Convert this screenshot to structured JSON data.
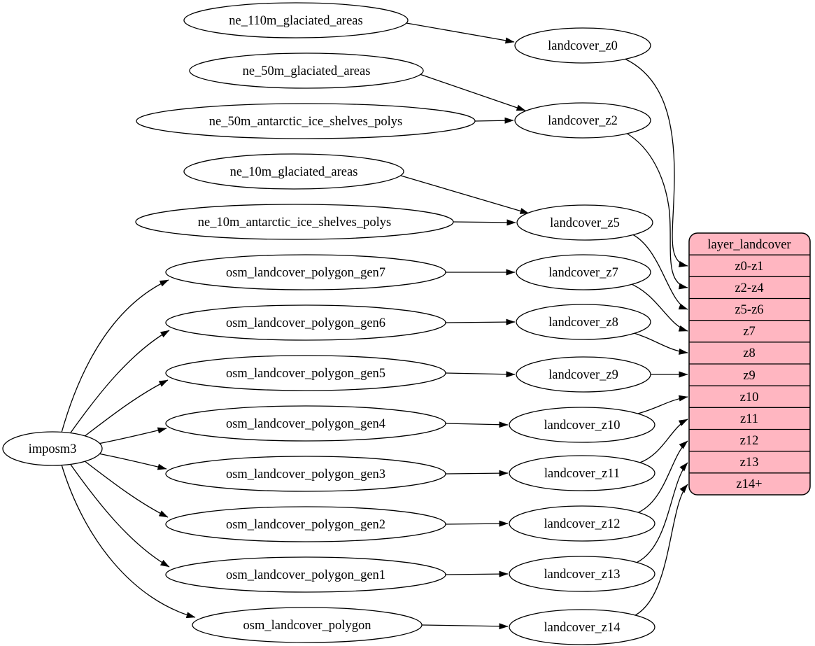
{
  "diagram": {
    "nodes": {
      "imposm3": "imposm3",
      "ne_110m_glaciated_areas": "ne_110m_glaciated_areas",
      "ne_50m_glaciated_areas": "ne_50m_glaciated_areas",
      "ne_50m_antarctic_ice_shelves_polys": "ne_50m_antarctic_ice_shelves_polys",
      "ne_10m_glaciated_areas": "ne_10m_glaciated_areas",
      "ne_10m_antarctic_ice_shelves_polys": "ne_10m_antarctic_ice_shelves_polys",
      "osm_landcover_polygon_gen7": "osm_landcover_polygon_gen7",
      "osm_landcover_polygon_gen6": "osm_landcover_polygon_gen6",
      "osm_landcover_polygon_gen5": "osm_landcover_polygon_gen5",
      "osm_landcover_polygon_gen4": "osm_landcover_polygon_gen4",
      "osm_landcover_polygon_gen3": "osm_landcover_polygon_gen3",
      "osm_landcover_polygon_gen2": "osm_landcover_polygon_gen2",
      "osm_landcover_polygon_gen1": "osm_landcover_polygon_gen1",
      "osm_landcover_polygon": "osm_landcover_polygon",
      "landcover_z0": "landcover_z0",
      "landcover_z2": "landcover_z2",
      "landcover_z5": "landcover_z5",
      "landcover_z7": "landcover_z7",
      "landcover_z8": "landcover_z8",
      "landcover_z9": "landcover_z9",
      "landcover_z10": "landcover_z10",
      "landcover_z11": "landcover_z11",
      "landcover_z12": "landcover_z12",
      "landcover_z13": "landcover_z13",
      "landcover_z14": "landcover_z14"
    },
    "table": {
      "title": "layer_landcover",
      "rows": [
        "z0-z1",
        "z2-z4",
        "z5-z6",
        "z7",
        "z8",
        "z9",
        "z10",
        "z11",
        "z12",
        "z13",
        "z14+"
      ]
    },
    "edges": [
      {
        "from": "imposm3",
        "to": "osm_landcover_polygon_gen7"
      },
      {
        "from": "imposm3",
        "to": "osm_landcover_polygon_gen6"
      },
      {
        "from": "imposm3",
        "to": "osm_landcover_polygon_gen5"
      },
      {
        "from": "imposm3",
        "to": "osm_landcover_polygon_gen4"
      },
      {
        "from": "imposm3",
        "to": "osm_landcover_polygon_gen3"
      },
      {
        "from": "imposm3",
        "to": "osm_landcover_polygon_gen2"
      },
      {
        "from": "imposm3",
        "to": "osm_landcover_polygon_gen1"
      },
      {
        "from": "imposm3",
        "to": "osm_landcover_polygon"
      },
      {
        "from": "ne_110m_glaciated_areas",
        "to": "landcover_z0"
      },
      {
        "from": "ne_50m_glaciated_areas",
        "to": "landcover_z2"
      },
      {
        "from": "ne_50m_antarctic_ice_shelves_polys",
        "to": "landcover_z2"
      },
      {
        "from": "ne_10m_glaciated_areas",
        "to": "landcover_z5"
      },
      {
        "from": "ne_10m_antarctic_ice_shelves_polys",
        "to": "landcover_z5"
      },
      {
        "from": "osm_landcover_polygon_gen7",
        "to": "landcover_z7"
      },
      {
        "from": "osm_landcover_polygon_gen6",
        "to": "landcover_z8"
      },
      {
        "from": "osm_landcover_polygon_gen5",
        "to": "landcover_z9"
      },
      {
        "from": "osm_landcover_polygon_gen4",
        "to": "landcover_z10"
      },
      {
        "from": "osm_landcover_polygon_gen3",
        "to": "landcover_z11"
      },
      {
        "from": "osm_landcover_polygon_gen2",
        "to": "landcover_z12"
      },
      {
        "from": "osm_landcover_polygon_gen1",
        "to": "landcover_z13"
      },
      {
        "from": "osm_landcover_polygon",
        "to": "landcover_z14"
      },
      {
        "from": "landcover_z0",
        "to": "layer_landcover:z0-z1"
      },
      {
        "from": "landcover_z2",
        "to": "layer_landcover:z2-z4"
      },
      {
        "from": "landcover_z5",
        "to": "layer_landcover:z5-z6"
      },
      {
        "from": "landcover_z7",
        "to": "layer_landcover:z7"
      },
      {
        "from": "landcover_z8",
        "to": "layer_landcover:z8"
      },
      {
        "from": "landcover_z9",
        "to": "layer_landcover:z9"
      },
      {
        "from": "landcover_z10",
        "to": "layer_landcover:z10"
      },
      {
        "from": "landcover_z11",
        "to": "layer_landcover:z11"
      },
      {
        "from": "landcover_z12",
        "to": "layer_landcover:z12"
      },
      {
        "from": "landcover_z13",
        "to": "layer_landcover:z13"
      },
      {
        "from": "landcover_z14",
        "to": "layer_landcover:z14+"
      }
    ],
    "colors": {
      "table_fill": "#ffb6c1",
      "node_fill": "#ffffff",
      "edge_stroke": "#000000",
      "text": "#000000",
      "background": "#ffffff"
    }
  }
}
